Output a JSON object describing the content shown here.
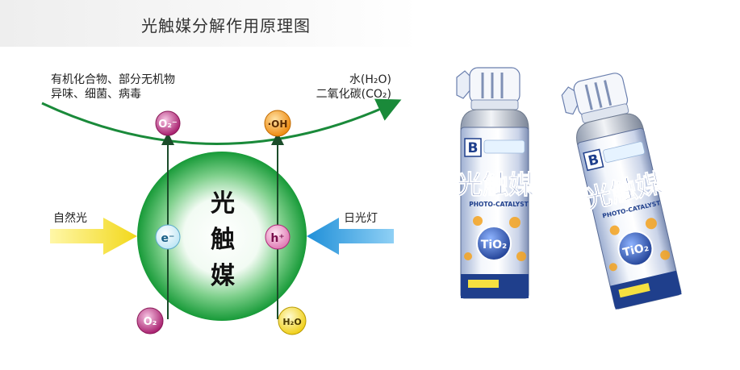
{
  "title": "光触媒分解作用原理图",
  "inputs": {
    "line1": "有机化合物、部分无机物",
    "line2": "异味、细菌、病毒"
  },
  "outputs": {
    "line1": "水(H₂O)",
    "line2": "二氧化碳(CO₂)"
  },
  "light_left": "自然光",
  "light_right": "日光灯",
  "catalyst": [
    "光",
    "触",
    "媒"
  ],
  "electron": "e⁻",
  "hole": "h⁺",
  "oxygen": "O₂",
  "water": "H₂O",
  "superoxide": "O₂⁻",
  "hydroxyl": "·OH",
  "can_letter": "B",
  "can_brand": "光触媒",
  "can_sub": "PHOTO-CATALYST",
  "can_tio2": "TiO₂",
  "colors": {
    "green_arrow": "#1a8a3a",
    "sphere": "#21a341",
    "ion_magenta": "#b0287a",
    "ion_orange": "#f39a1b",
    "arrow_yellow": "#f2e21a",
    "arrow_blue": "#2e9ee0",
    "can_navy": "#1f3f8c"
  }
}
